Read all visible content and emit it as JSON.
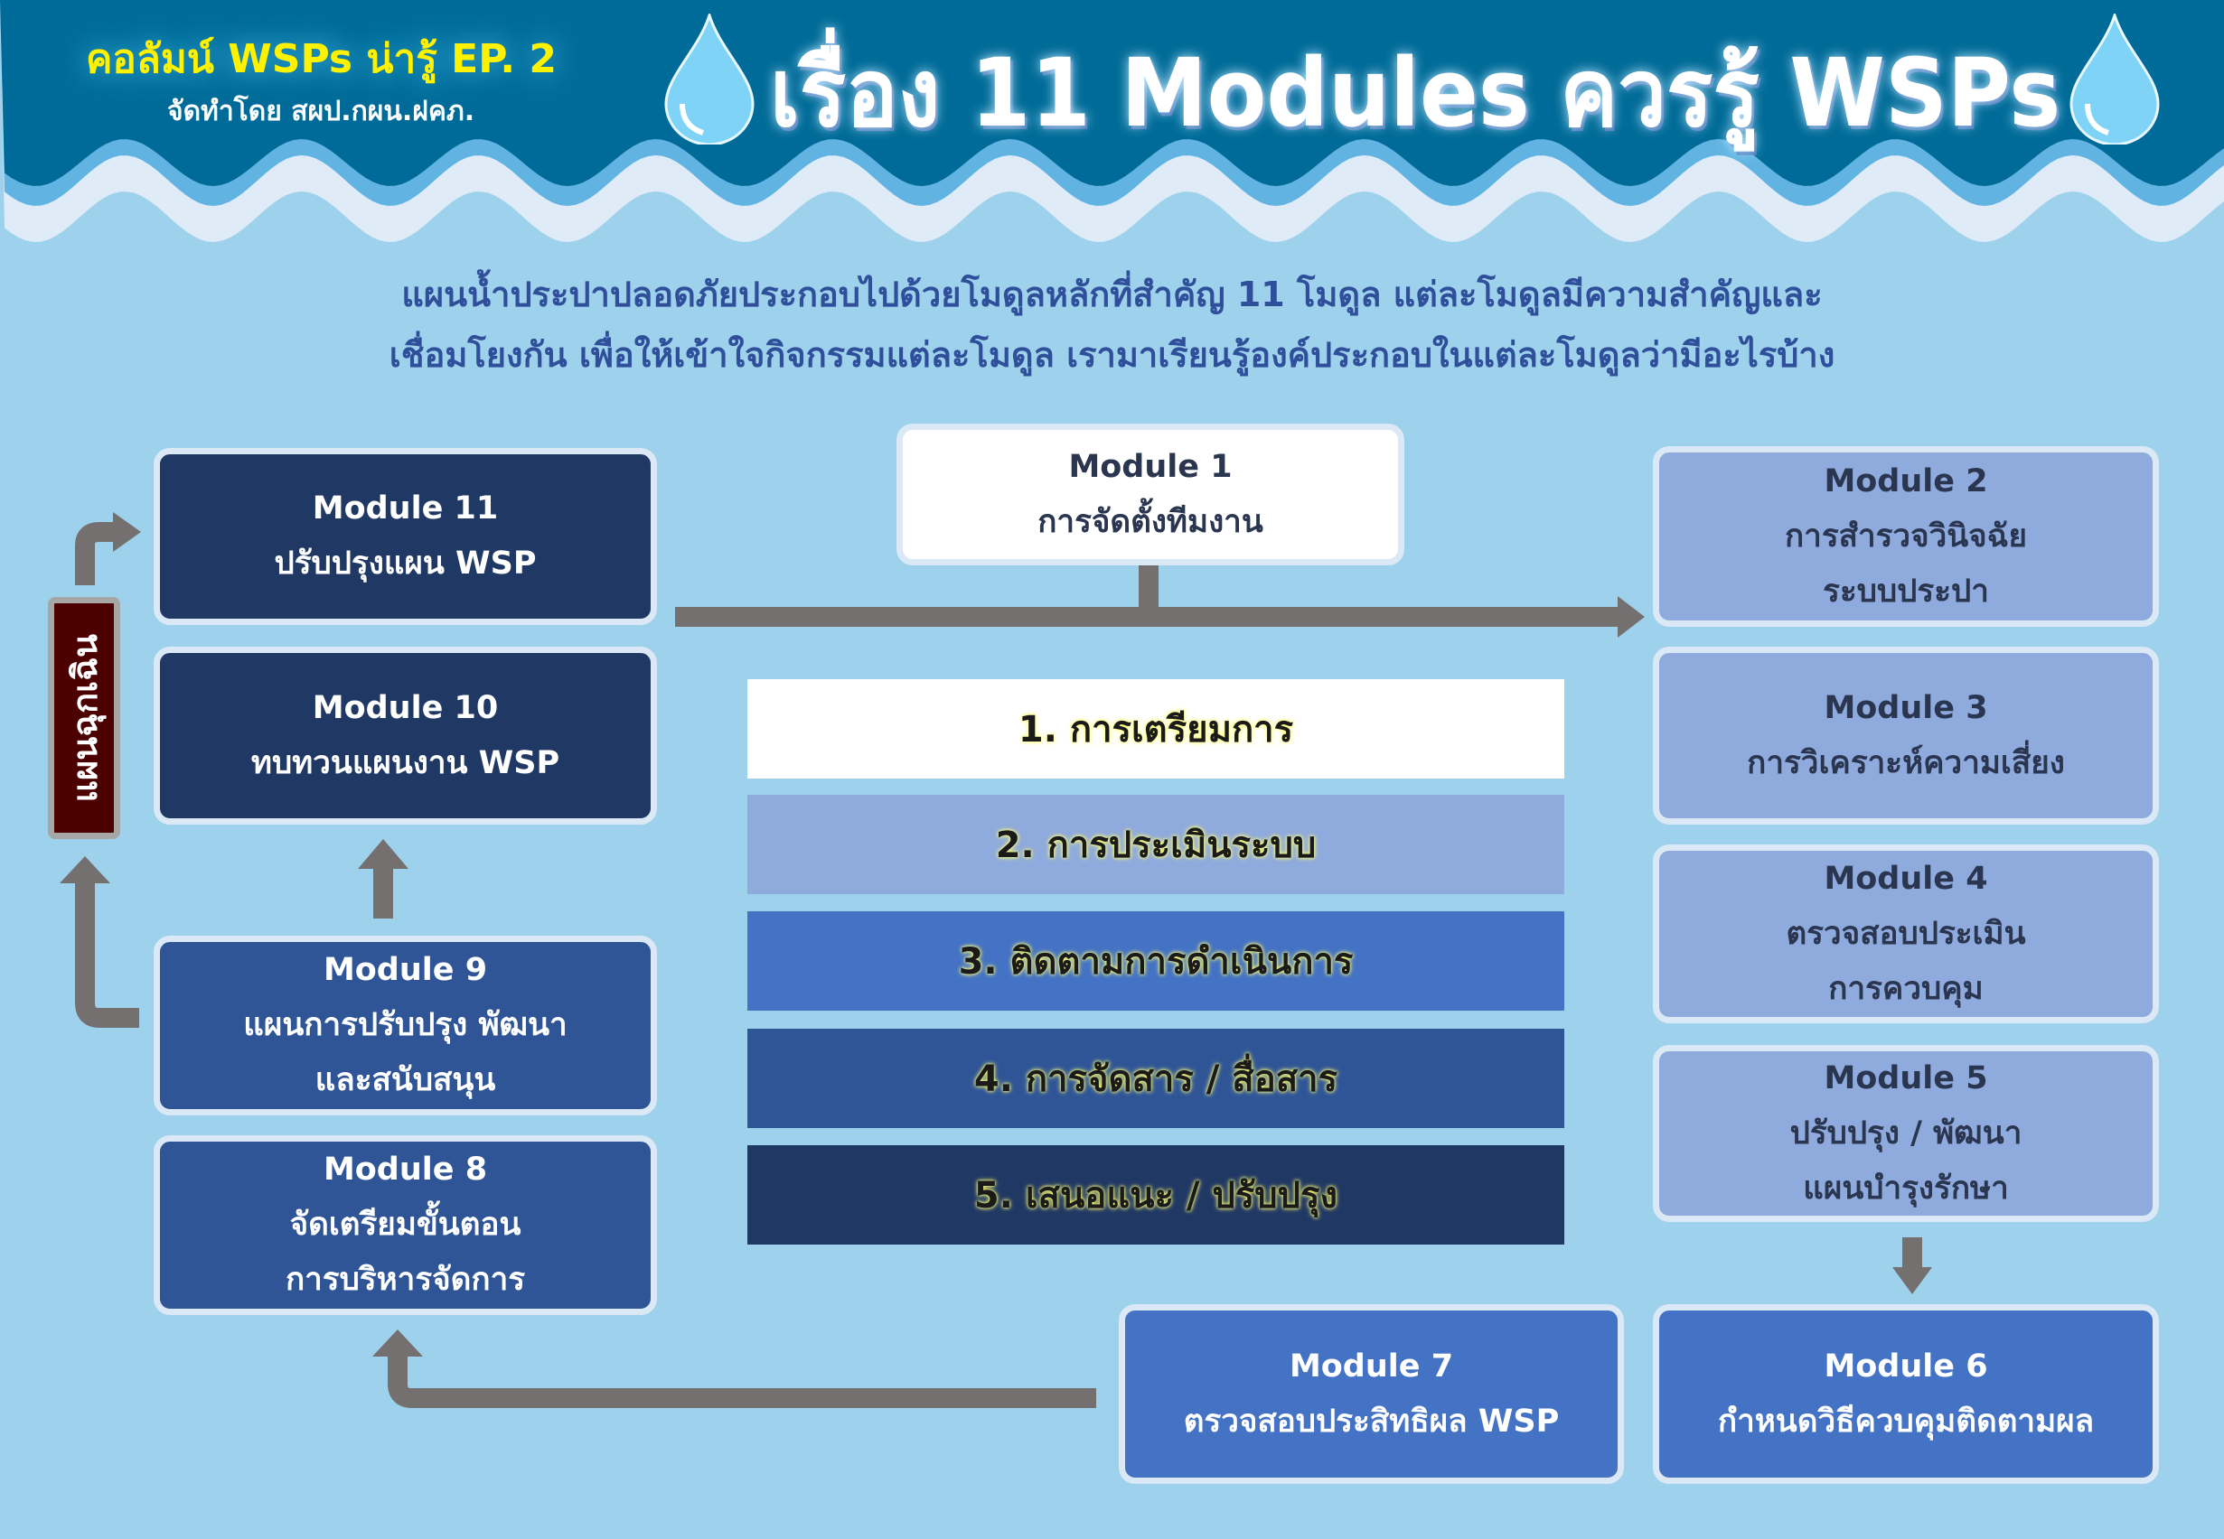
{
  "header": {
    "episode": "คอลัมน์ WSPs น่ารู้ EP. 2",
    "organizer": "จัดทำโดย สผป.กผน.ฝคภ.",
    "title": "เรื่อง 11 Modules ควรรู้ WSPs"
  },
  "intro": {
    "line1": "แผนน้ำประปาปลอดภัยประกอบไปด้วยโมดูลหลักที่สำคัญ 11 โมดูล แต่ละโมดูลมีความสำคัญและ",
    "line2": "เชื่อมโยงกัน เพื่อให้เข้าใจกิจกรรมแต่ละโมดูล เรามาเรียนรู้องค์ประกอบในแต่ละโมดูลว่ามีอะไรบ้าง"
  },
  "emergency_label": "แผนฉุกเฉิน",
  "modules": {
    "m1": {
      "title": "Module 1",
      "lines": [
        "การจัดตั้งทีมงาน"
      ]
    },
    "m2": {
      "title": "Module 2",
      "lines": [
        "การสำรวจวินิจฉัย",
        "ระบบประปา"
      ]
    },
    "m3": {
      "title": "Module 3",
      "lines": [
        "การวิเคราะห์ความเสี่ยง"
      ]
    },
    "m4": {
      "title": "Module 4",
      "lines": [
        "ตรวจสอบประเมิน",
        "การควบคุม"
      ]
    },
    "m5": {
      "title": "Module 5",
      "lines": [
        "ปรับปรุง / พัฒนา",
        "แผนบำรุงรักษา"
      ]
    },
    "m6": {
      "title": "Module 6",
      "lines": [
        "กำหนดวิธีควบคุมติดตามผล"
      ]
    },
    "m7": {
      "title": "Module 7",
      "lines": [
        "ตรวจสอบประสิทธิผล WSP"
      ]
    },
    "m8": {
      "title": "Module 8",
      "lines": [
        "จัดเตรียมขั้นตอน",
        "การบริหารจัดการ"
      ]
    },
    "m9": {
      "title": "Module 9",
      "lines": [
        "แผนการปรับปรุง พัฒนา",
        "และสนับสนุน"
      ]
    },
    "m10": {
      "title": "Module 10",
      "lines": [
        "ทบทวนแผนงาน WSP"
      ]
    },
    "m11": {
      "title": "Module 11",
      "lines": [
        "ปรับปรุงแผน WSP"
      ]
    }
  },
  "phases": [
    "1. การเตรียมการ",
    "2. การประเมินระบบ",
    "3. ติดตามการดำเนินการ",
    "4. การจัดสาร / สื่อสาร",
    "5. เสนอแนะ / ปรับปรุง"
  ],
  "colors": {
    "header": "#006b98",
    "navy": "#203864",
    "mid": "#2f5597",
    "blue": "#4472c4",
    "light": "#8faadc",
    "arrow": "#757070",
    "emergency": "#4c0000"
  }
}
